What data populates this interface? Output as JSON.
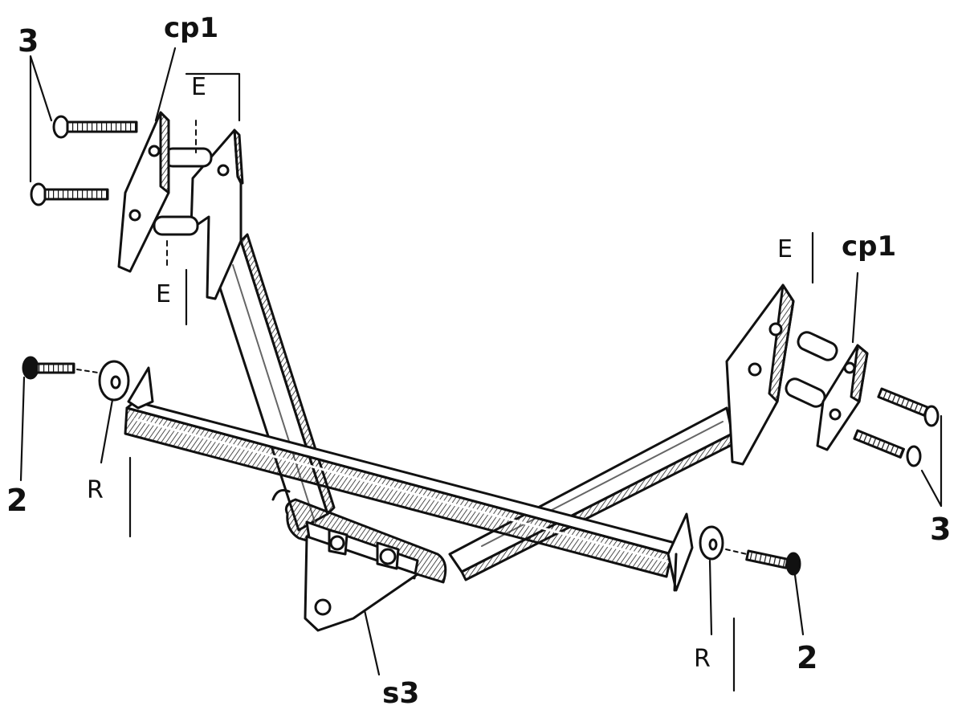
{
  "labels": {
    "bolt_top_left": "3",
    "plate_top_left": "cp1",
    "spacer_top_left_upper": "E",
    "spacer_top_left_lower": "E",
    "bolt_mid_left": "2",
    "washer_left": "R",
    "spacer_right": "E",
    "plate_right": "cp1",
    "bolt_right": "3",
    "washer_right": "R",
    "bolt_lower_right": "2",
    "bracket_center": "s3"
  },
  "colors": {
    "ink": "#111111",
    "shade": "#666666",
    "paper": "#ffffff"
  }
}
